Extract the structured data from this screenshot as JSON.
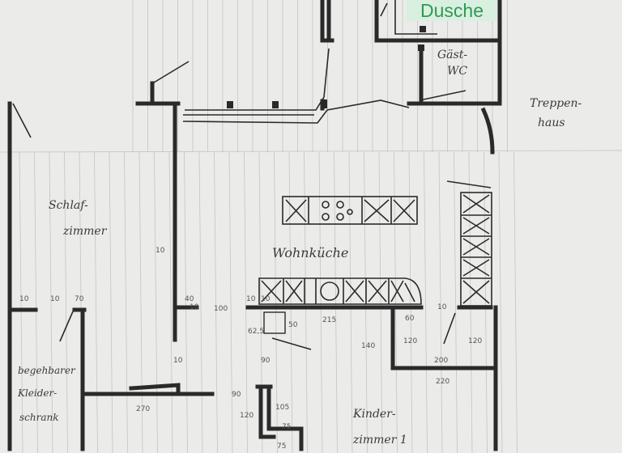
{
  "overlay_label": "Dusche",
  "rooms": {
    "guest_wc": {
      "line1": "Gäst-",
      "line2": "WC"
    },
    "stairwell": {
      "line1": "Treppen-",
      "line2": "haus"
    },
    "bedroom": {
      "line1": "Schlaf-",
      "line2": "zimmer"
    },
    "kitchen": {
      "line1": "Wohnküche"
    },
    "closet": {
      "line1": "begehbarer",
      "line2": "Kleider-",
      "line3": "schrank"
    },
    "kids_room": {
      "line1": "Kinder-",
      "line2": "zimmer 1"
    }
  },
  "dimensions": [
    "10",
    "10",
    "70",
    "10",
    "10",
    "40",
    "100",
    "10",
    "10",
    "62,5",
    "50",
    "215",
    "60",
    "10",
    "120",
    "140",
    "90",
    "10",
    "120",
    "200",
    "220",
    "90",
    "105",
    "75",
    "120",
    "270",
    "75"
  ]
}
